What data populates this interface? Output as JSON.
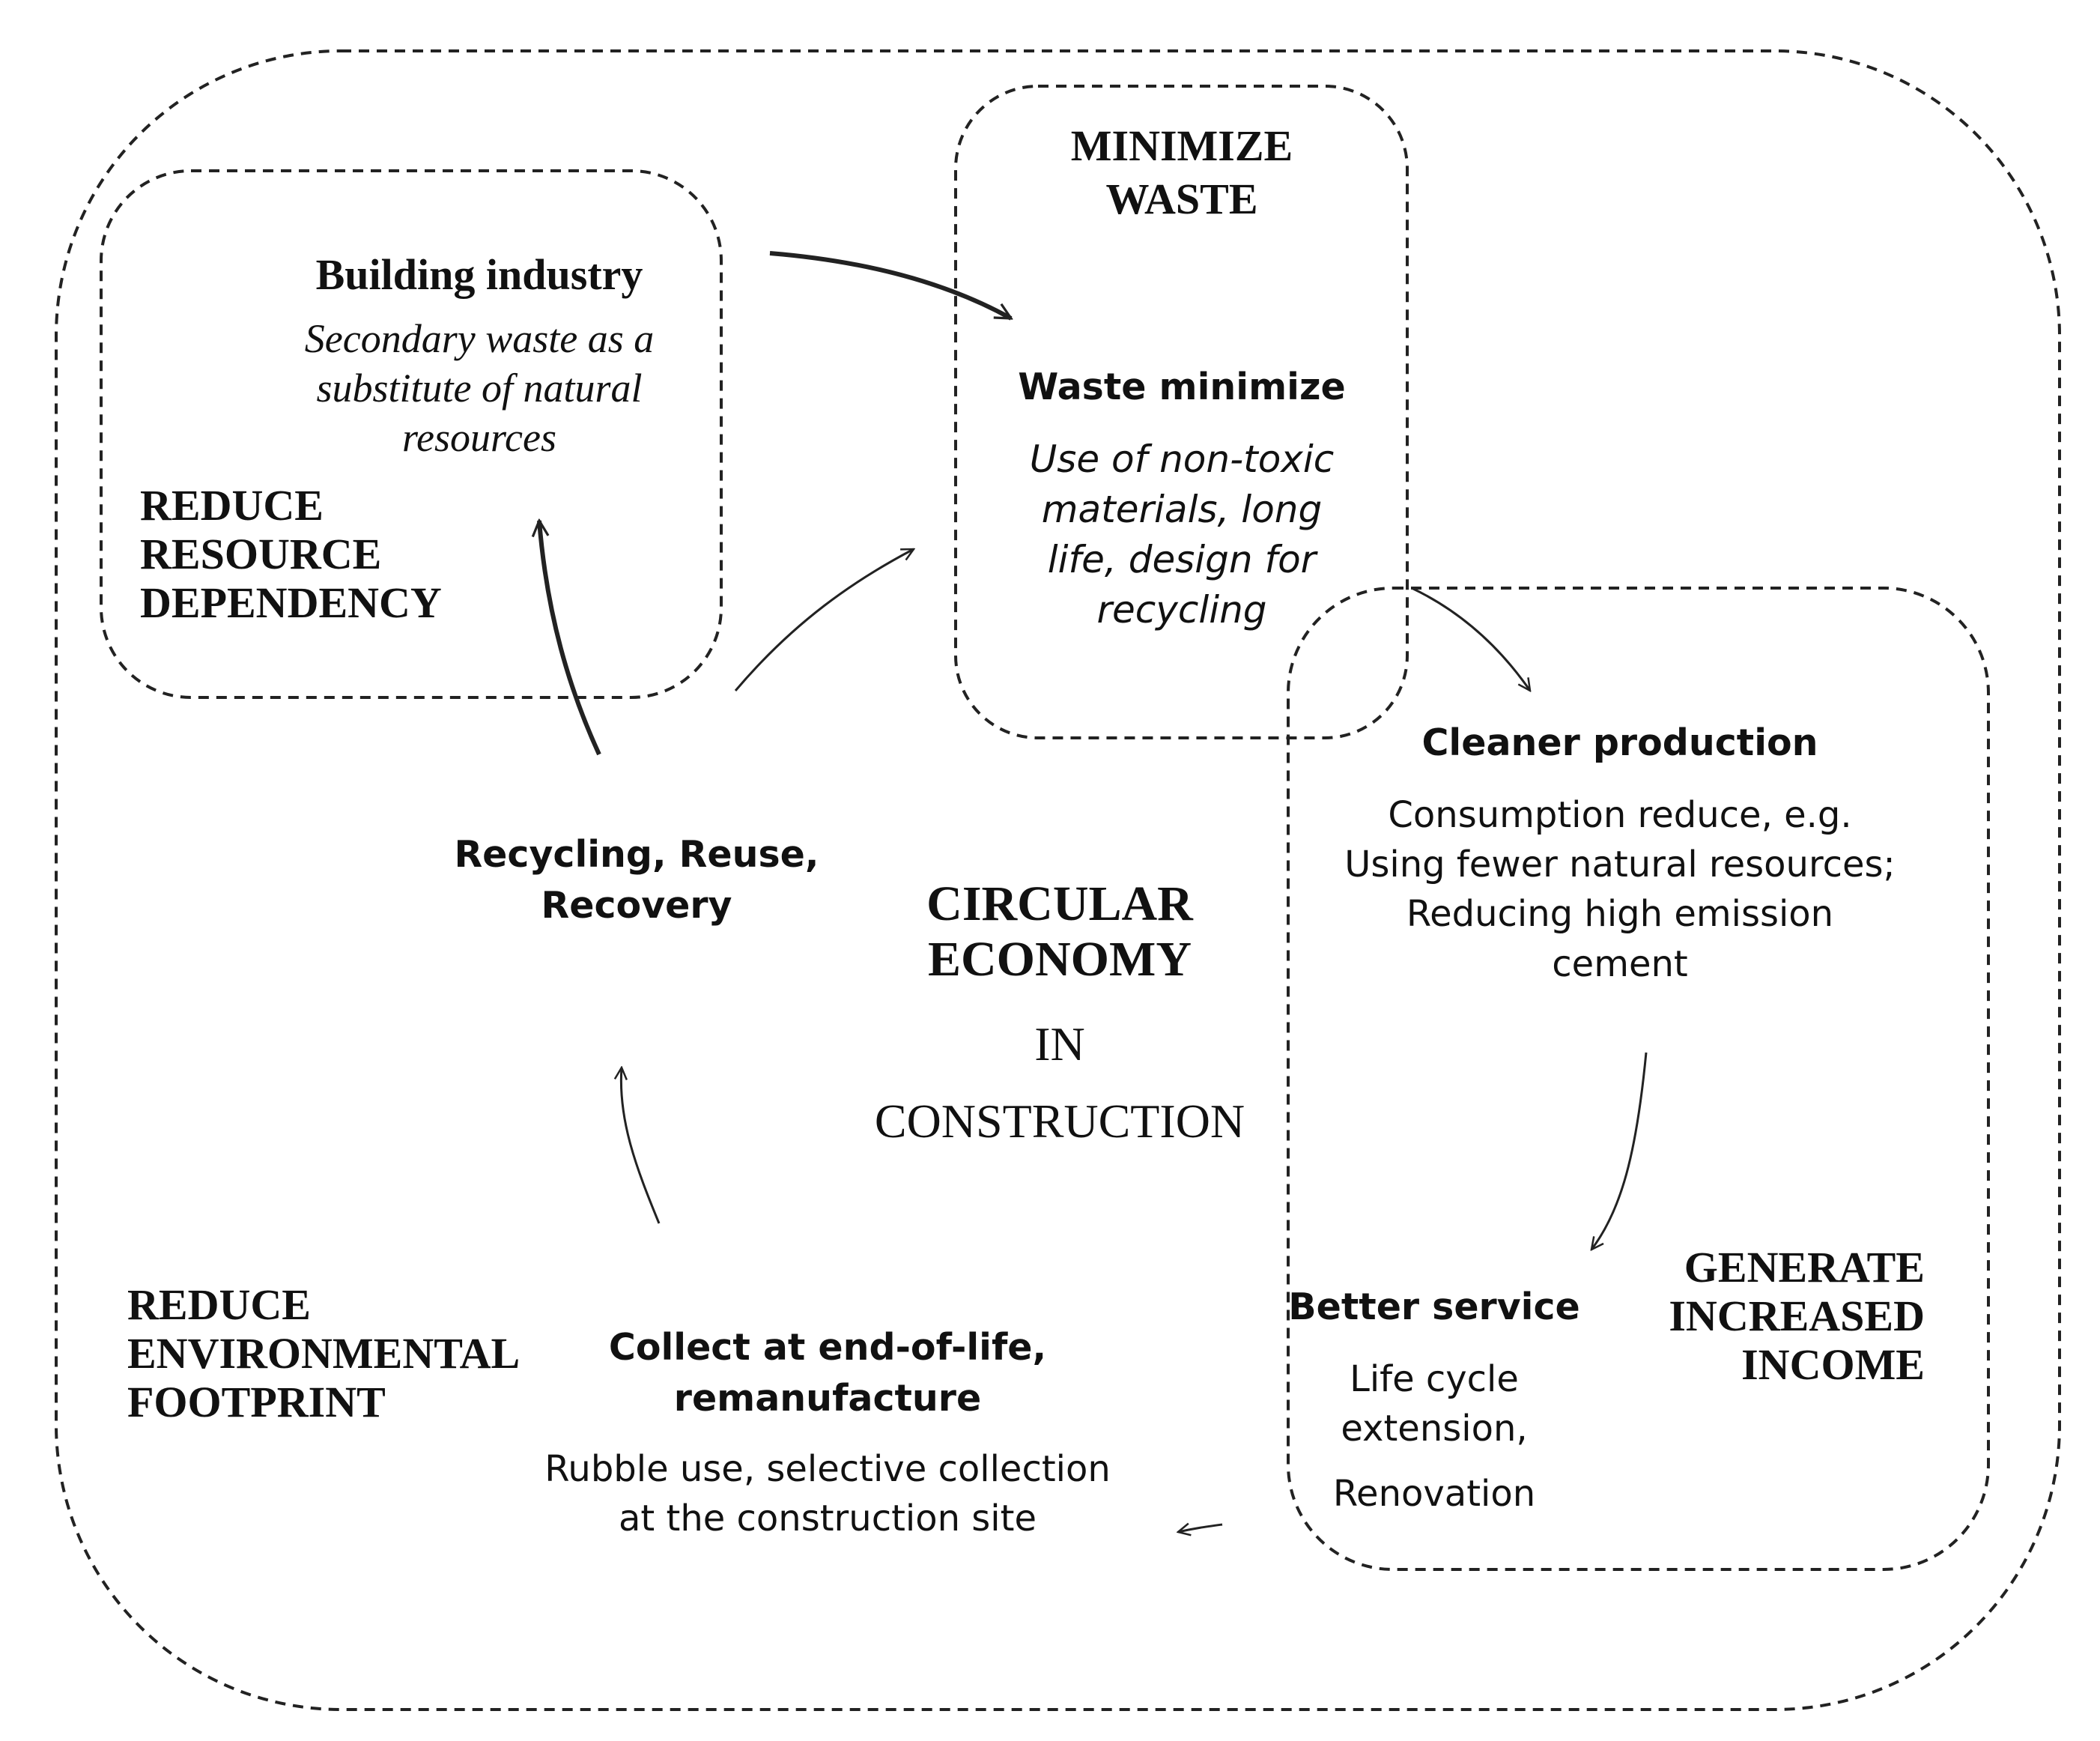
{
  "regions": {
    "resource": {
      "label": [
        "REDUCE",
        "RESOURCE",
        "DEPENDENCY"
      ],
      "heading": "Building industry",
      "text": [
        "Secondary waste as a",
        "substitute of natural",
        "resources"
      ]
    },
    "waste": {
      "label": [
        "MINIMIZE",
        "WASTE"
      ],
      "heading": "Waste minimize",
      "text": [
        "Use of non-toxic",
        "materials, long",
        "life, design for",
        "recycling"
      ]
    },
    "income": {
      "label": [
        "GENERATE",
        "INCREASED",
        "INCOME"
      ]
    },
    "environment": {
      "label": [
        "REDUCE",
        "ENVIRONMENTAL",
        "FOOTPRINT"
      ]
    }
  },
  "center": {
    "title": [
      "CIRCULAR",
      "ECONOMY"
    ],
    "sub1": "IN",
    "sub2": "CONSTRUCTION"
  },
  "steps": {
    "cleaner": {
      "heading": "Cleaner production",
      "text": [
        "Consumption reduce, e.g.",
        "Using fewer natural resources;",
        "Reducing high emission",
        "cement"
      ]
    },
    "service": {
      "heading": "Better service",
      "text": [
        "Life cycle",
        "extension,"
      ],
      "extra": "Renovation"
    },
    "collect": {
      "heading": [
        "Collect at end-of-life,",
        "remanufacture"
      ],
      "text": [
        "Rubble use, selective collection",
        "at the construction site"
      ]
    },
    "recycle": {
      "heading": [
        "Recycling, Reuse,",
        "Recovery"
      ]
    }
  }
}
